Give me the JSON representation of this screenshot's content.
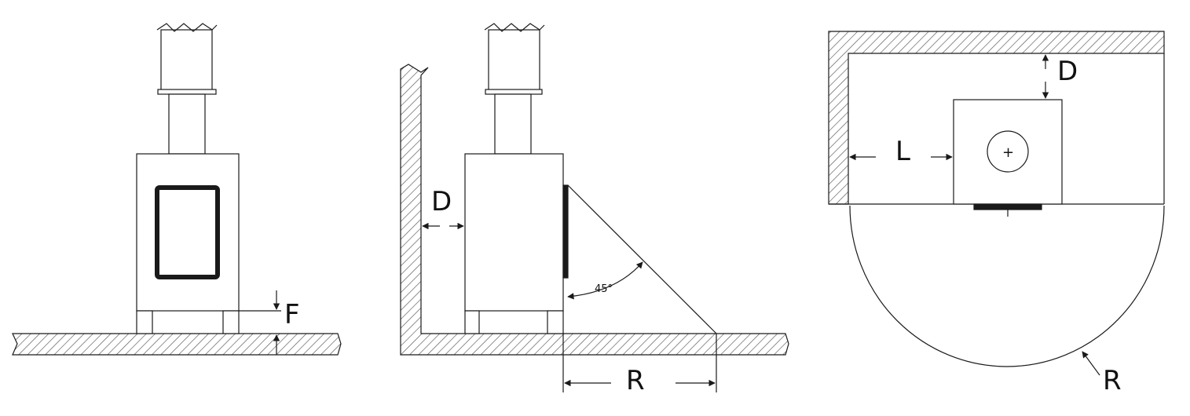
{
  "labels": {
    "front_floor_gap": "F",
    "side_wall_clearance": "D",
    "side_angle": "45°",
    "side_front_radius": "R",
    "top_rear_clearance": "D",
    "top_side_clearance": "L",
    "top_front_radius": "R",
    "flue_center_mark": "+"
  },
  "colors": {
    "line": "#1a1a1a",
    "hatch": "#555555",
    "background": "#ffffff"
  }
}
